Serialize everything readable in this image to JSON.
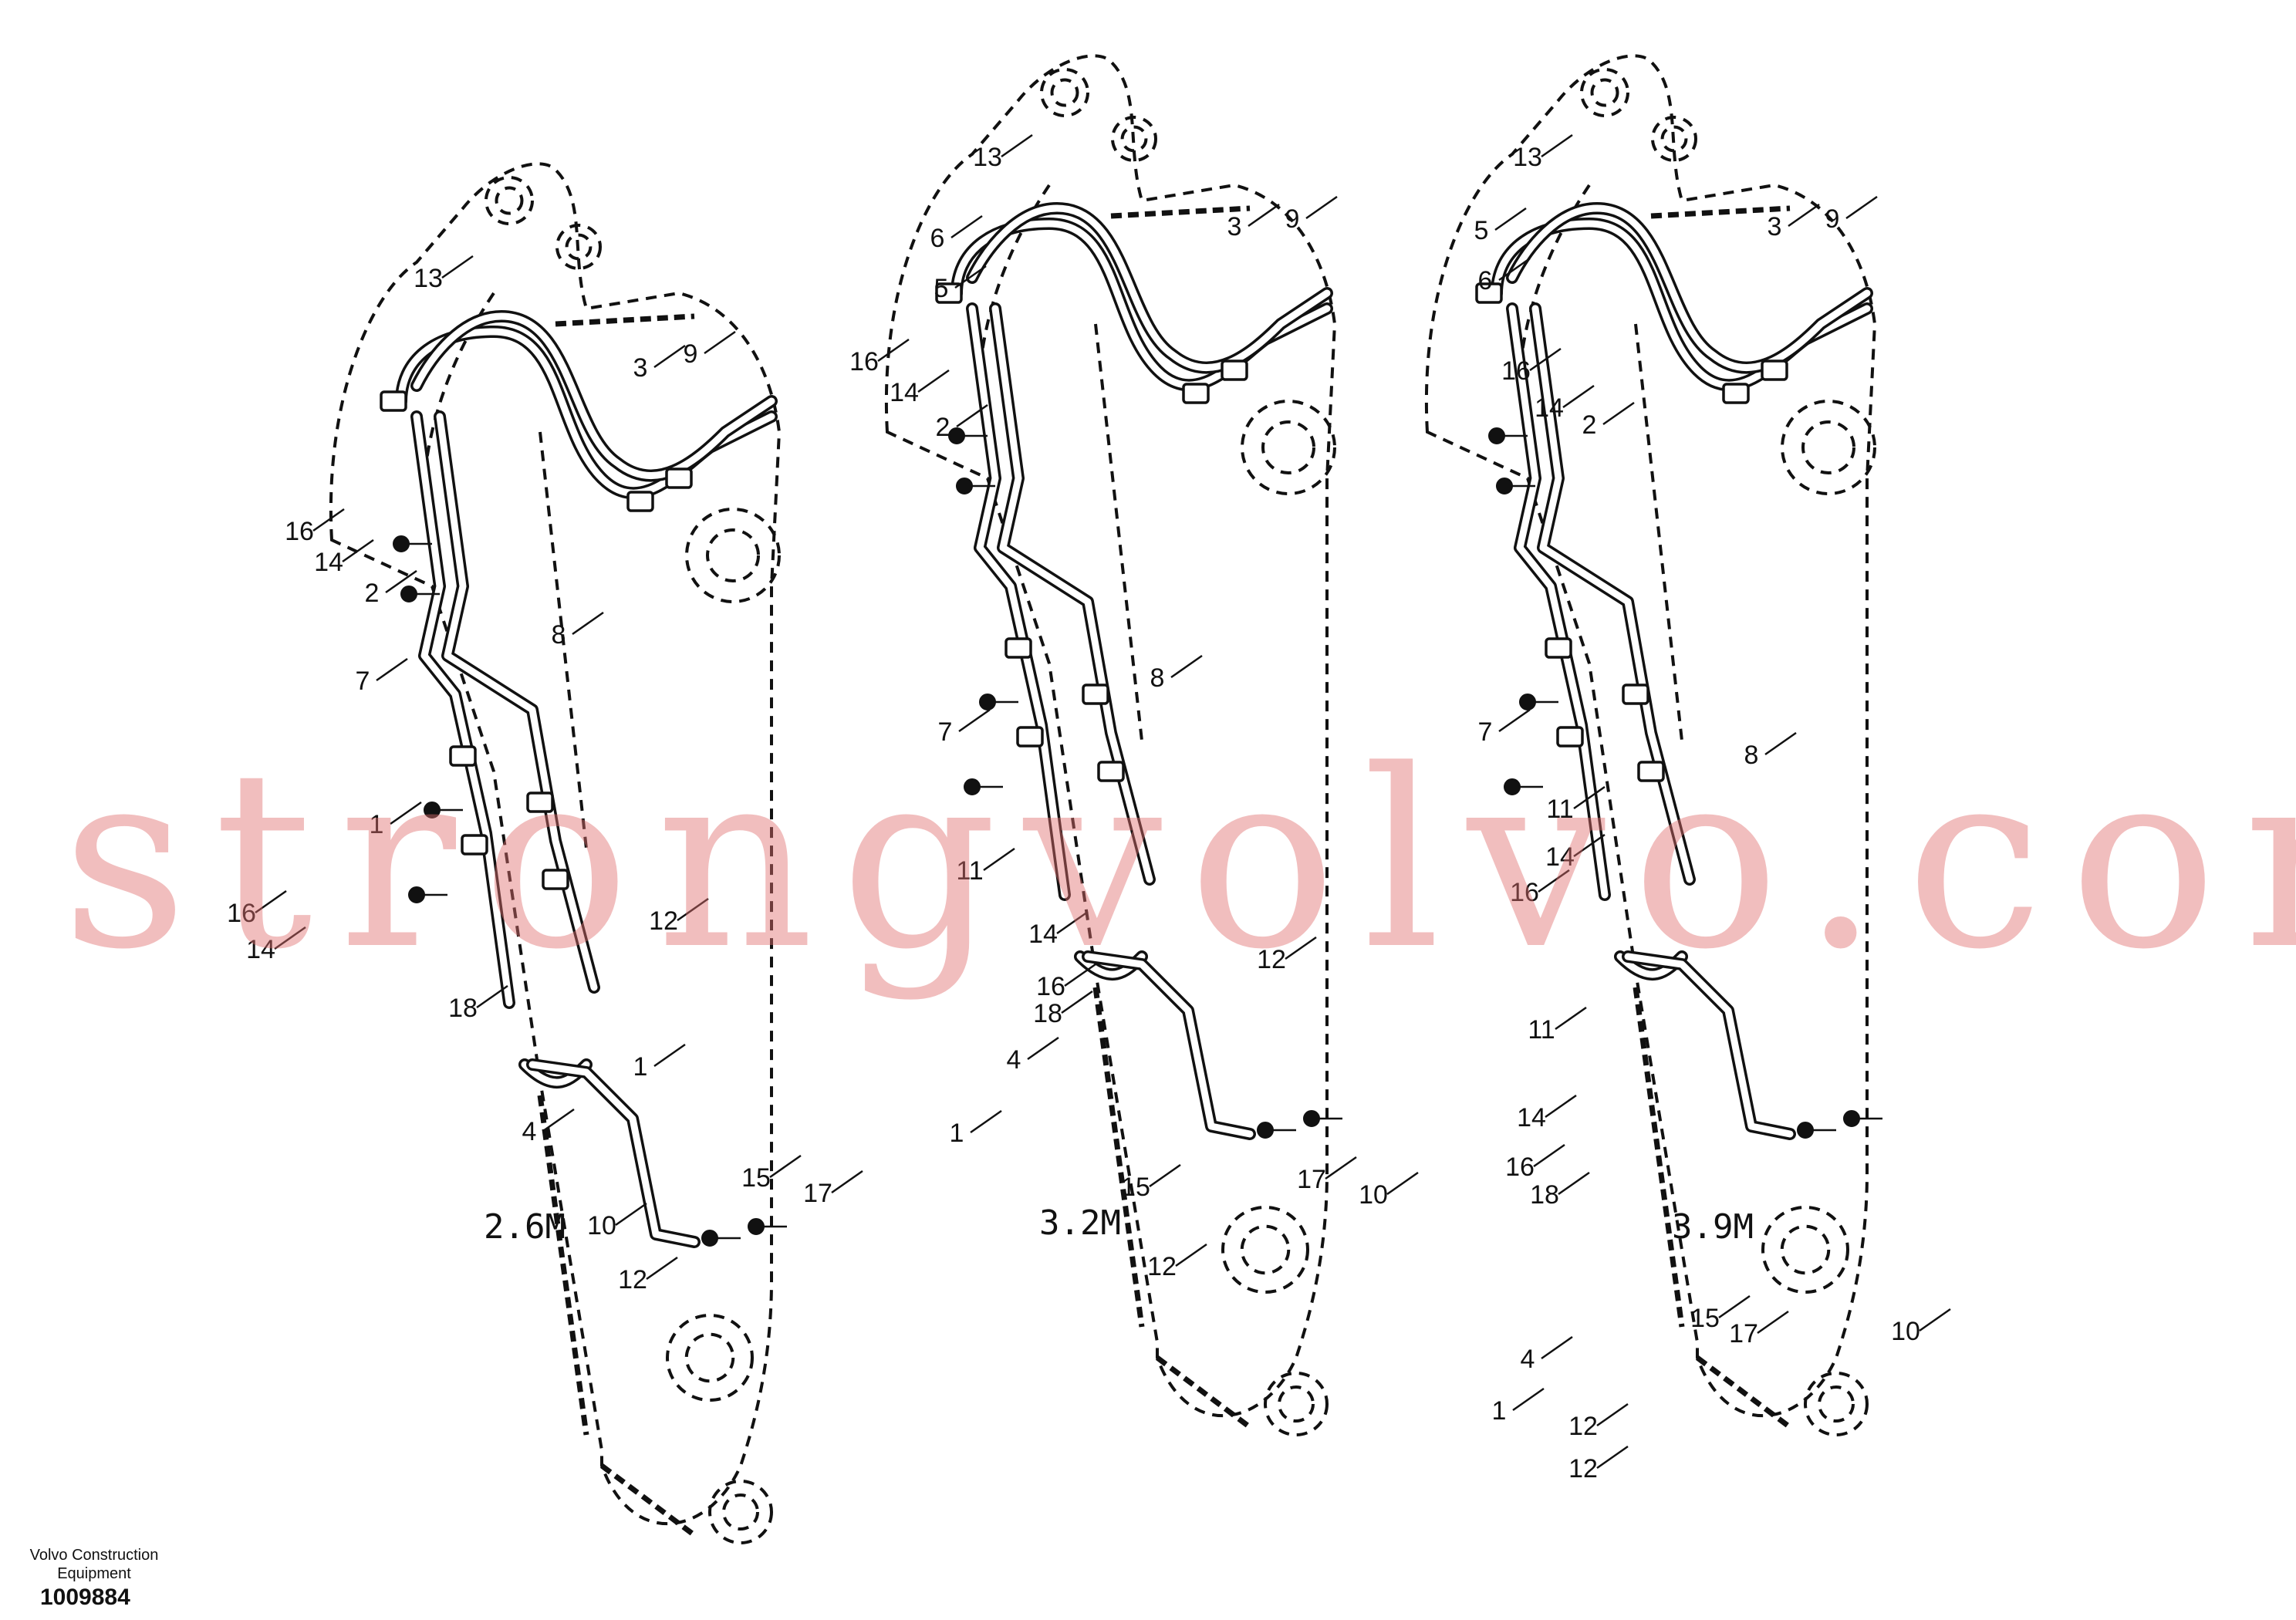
{
  "watermark": "strongvolvo.com",
  "footer": {
    "brand": "Volvo Construction Equipment",
    "figure_id": "1009884"
  },
  "colors": {
    "linework": "#111111",
    "watermark": "#e06e6e",
    "background": "#ffffff"
  },
  "variants": [
    {
      "label": "2.6M",
      "callouts": [
        "13",
        "3",
        "9",
        "16",
        "14",
        "2",
        "7",
        "8",
        "1",
        "16",
        "14",
        "12",
        "18",
        "1",
        "4",
        "15",
        "17",
        "10",
        "12"
      ]
    },
    {
      "label": "3.2M",
      "callouts": [
        "13",
        "6",
        "5",
        "3",
        "9",
        "16",
        "14",
        "2",
        "7",
        "8",
        "11",
        "12",
        "14",
        "16",
        "18",
        "4",
        "1",
        "15",
        "17",
        "10",
        "12"
      ]
    },
    {
      "label": "3.9M",
      "callouts": [
        "13",
        "5",
        "6",
        "3",
        "9",
        "16",
        "14",
        "2",
        "7",
        "8",
        "11",
        "16",
        "14",
        "11",
        "14",
        "16",
        "18",
        "4",
        "1",
        "15",
        "17",
        "10",
        "12",
        "12"
      ]
    }
  ]
}
